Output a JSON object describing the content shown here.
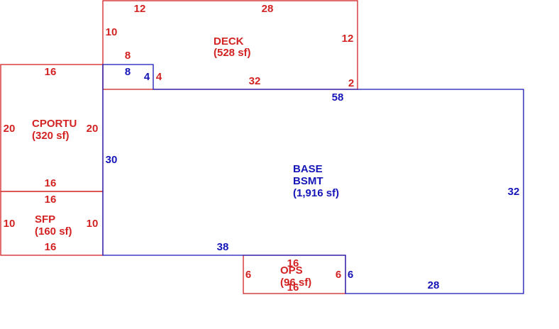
{
  "colors": {
    "accessory": "#d32222",
    "base": "#1515b8",
    "background": "#ffffff"
  },
  "areas": {
    "deck": {
      "name": "DECK",
      "area": "(528 sf)"
    },
    "cportu": {
      "name": "CPORTU",
      "area": "(320 sf)"
    },
    "sfp": {
      "name": "SFP",
      "area": "(160 sf)"
    },
    "base": {
      "name1": "BASE",
      "name2": "BSMT",
      "area": "(1,916 sf)"
    },
    "ops": {
      "name": "OPS",
      "area": "(96 sf)"
    }
  },
  "dims": {
    "deck_top_left": "12",
    "deck_top_right": "28",
    "deck_left": "10",
    "deck_right": "12",
    "deck_inner_8": "8",
    "deck_inner_4": "4",
    "deck_bottom": "32",
    "deck_step": "2",
    "cportu_top": "16",
    "cportu_left": "20",
    "cportu_right": "20",
    "cportu_bottom": "16",
    "sfp_top": "16",
    "sfp_left": "10",
    "sfp_right": "10",
    "sfp_bottom": "16",
    "ops_top": "16",
    "ops_left": "6",
    "ops_right": "6",
    "ops_bottom": "16",
    "base_top": "58",
    "base_inner_8": "8",
    "base_inner_4": "4",
    "base_left": "30",
    "base_right": "32",
    "base_bottom_left": "38",
    "base_step": "6",
    "base_bottom_right": "28"
  }
}
